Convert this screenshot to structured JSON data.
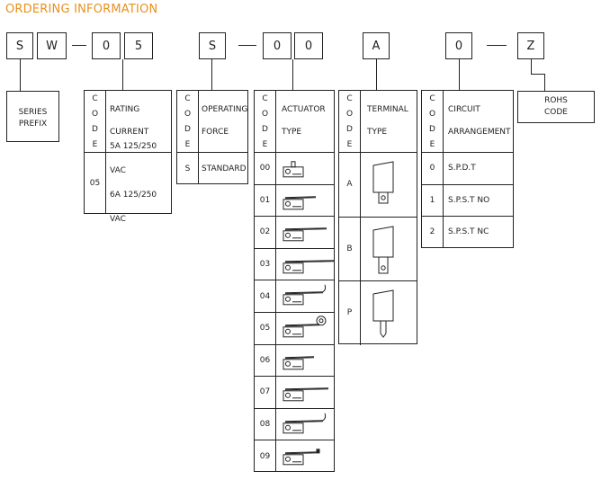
{
  "title": "ORDERING INFORMATION",
  "code_boxes": [
    "S",
    "W",
    "0",
    "5",
    "S",
    "0",
    "0",
    "A",
    "0",
    "Z"
  ],
  "series": {
    "line1": "SERIES",
    "line2": "PREFIX"
  },
  "code_letters": [
    "C",
    "O",
    "D",
    "E"
  ],
  "rating": {
    "header1": "RATING",
    "header2": "CURRENT",
    "code": "05",
    "value1": "5A 125/250 VAC",
    "value2": "6A 125/250 VAC"
  },
  "operating": {
    "header1": "OPERATING",
    "header2": "FORCE",
    "code": "S",
    "value": "STANDARD"
  },
  "actuator": {
    "header1": "ACTUATOR",
    "header2": "TYPE",
    "rows": [
      {
        "code": "00",
        "icon": "actuator-pin-plunger"
      },
      {
        "code": "01",
        "icon": "actuator-short-lever"
      },
      {
        "code": "02",
        "icon": "actuator-medium-lever"
      },
      {
        "code": "03",
        "icon": "actuator-long-lever"
      },
      {
        "code": "04",
        "icon": "actuator-hook-lever"
      },
      {
        "code": "05",
        "icon": "actuator-roller-lever"
      },
      {
        "code": "06",
        "icon": "actuator-short-roller-lever"
      },
      {
        "code": "07",
        "icon": "actuator-long-straight-lever"
      },
      {
        "code": "08",
        "icon": "actuator-curved-hook-lever"
      },
      {
        "code": "09",
        "icon": "actuator-simulated-roller-lever"
      }
    ]
  },
  "terminal": {
    "header1": "TERMINAL",
    "header2": "TYPE",
    "rows": [
      {
        "code": "A",
        "icon": "solder-terminal"
      },
      {
        "code": "B",
        "icon": "quick-connect-terminal"
      },
      {
        "code": "P",
        "icon": "pcb-terminal"
      }
    ]
  },
  "circuit": {
    "header1": "CIRCUIT",
    "header2": "ARRANGEMENT",
    "rows": [
      {
        "code": "0",
        "value": "S.P.D.T"
      },
      {
        "code": "1",
        "value": "S.P.S.T NO"
      },
      {
        "code": "2",
        "value": "S.P.S.T NC"
      }
    ]
  },
  "rohs": {
    "line1": "ROHS",
    "line2": "CODE"
  }
}
